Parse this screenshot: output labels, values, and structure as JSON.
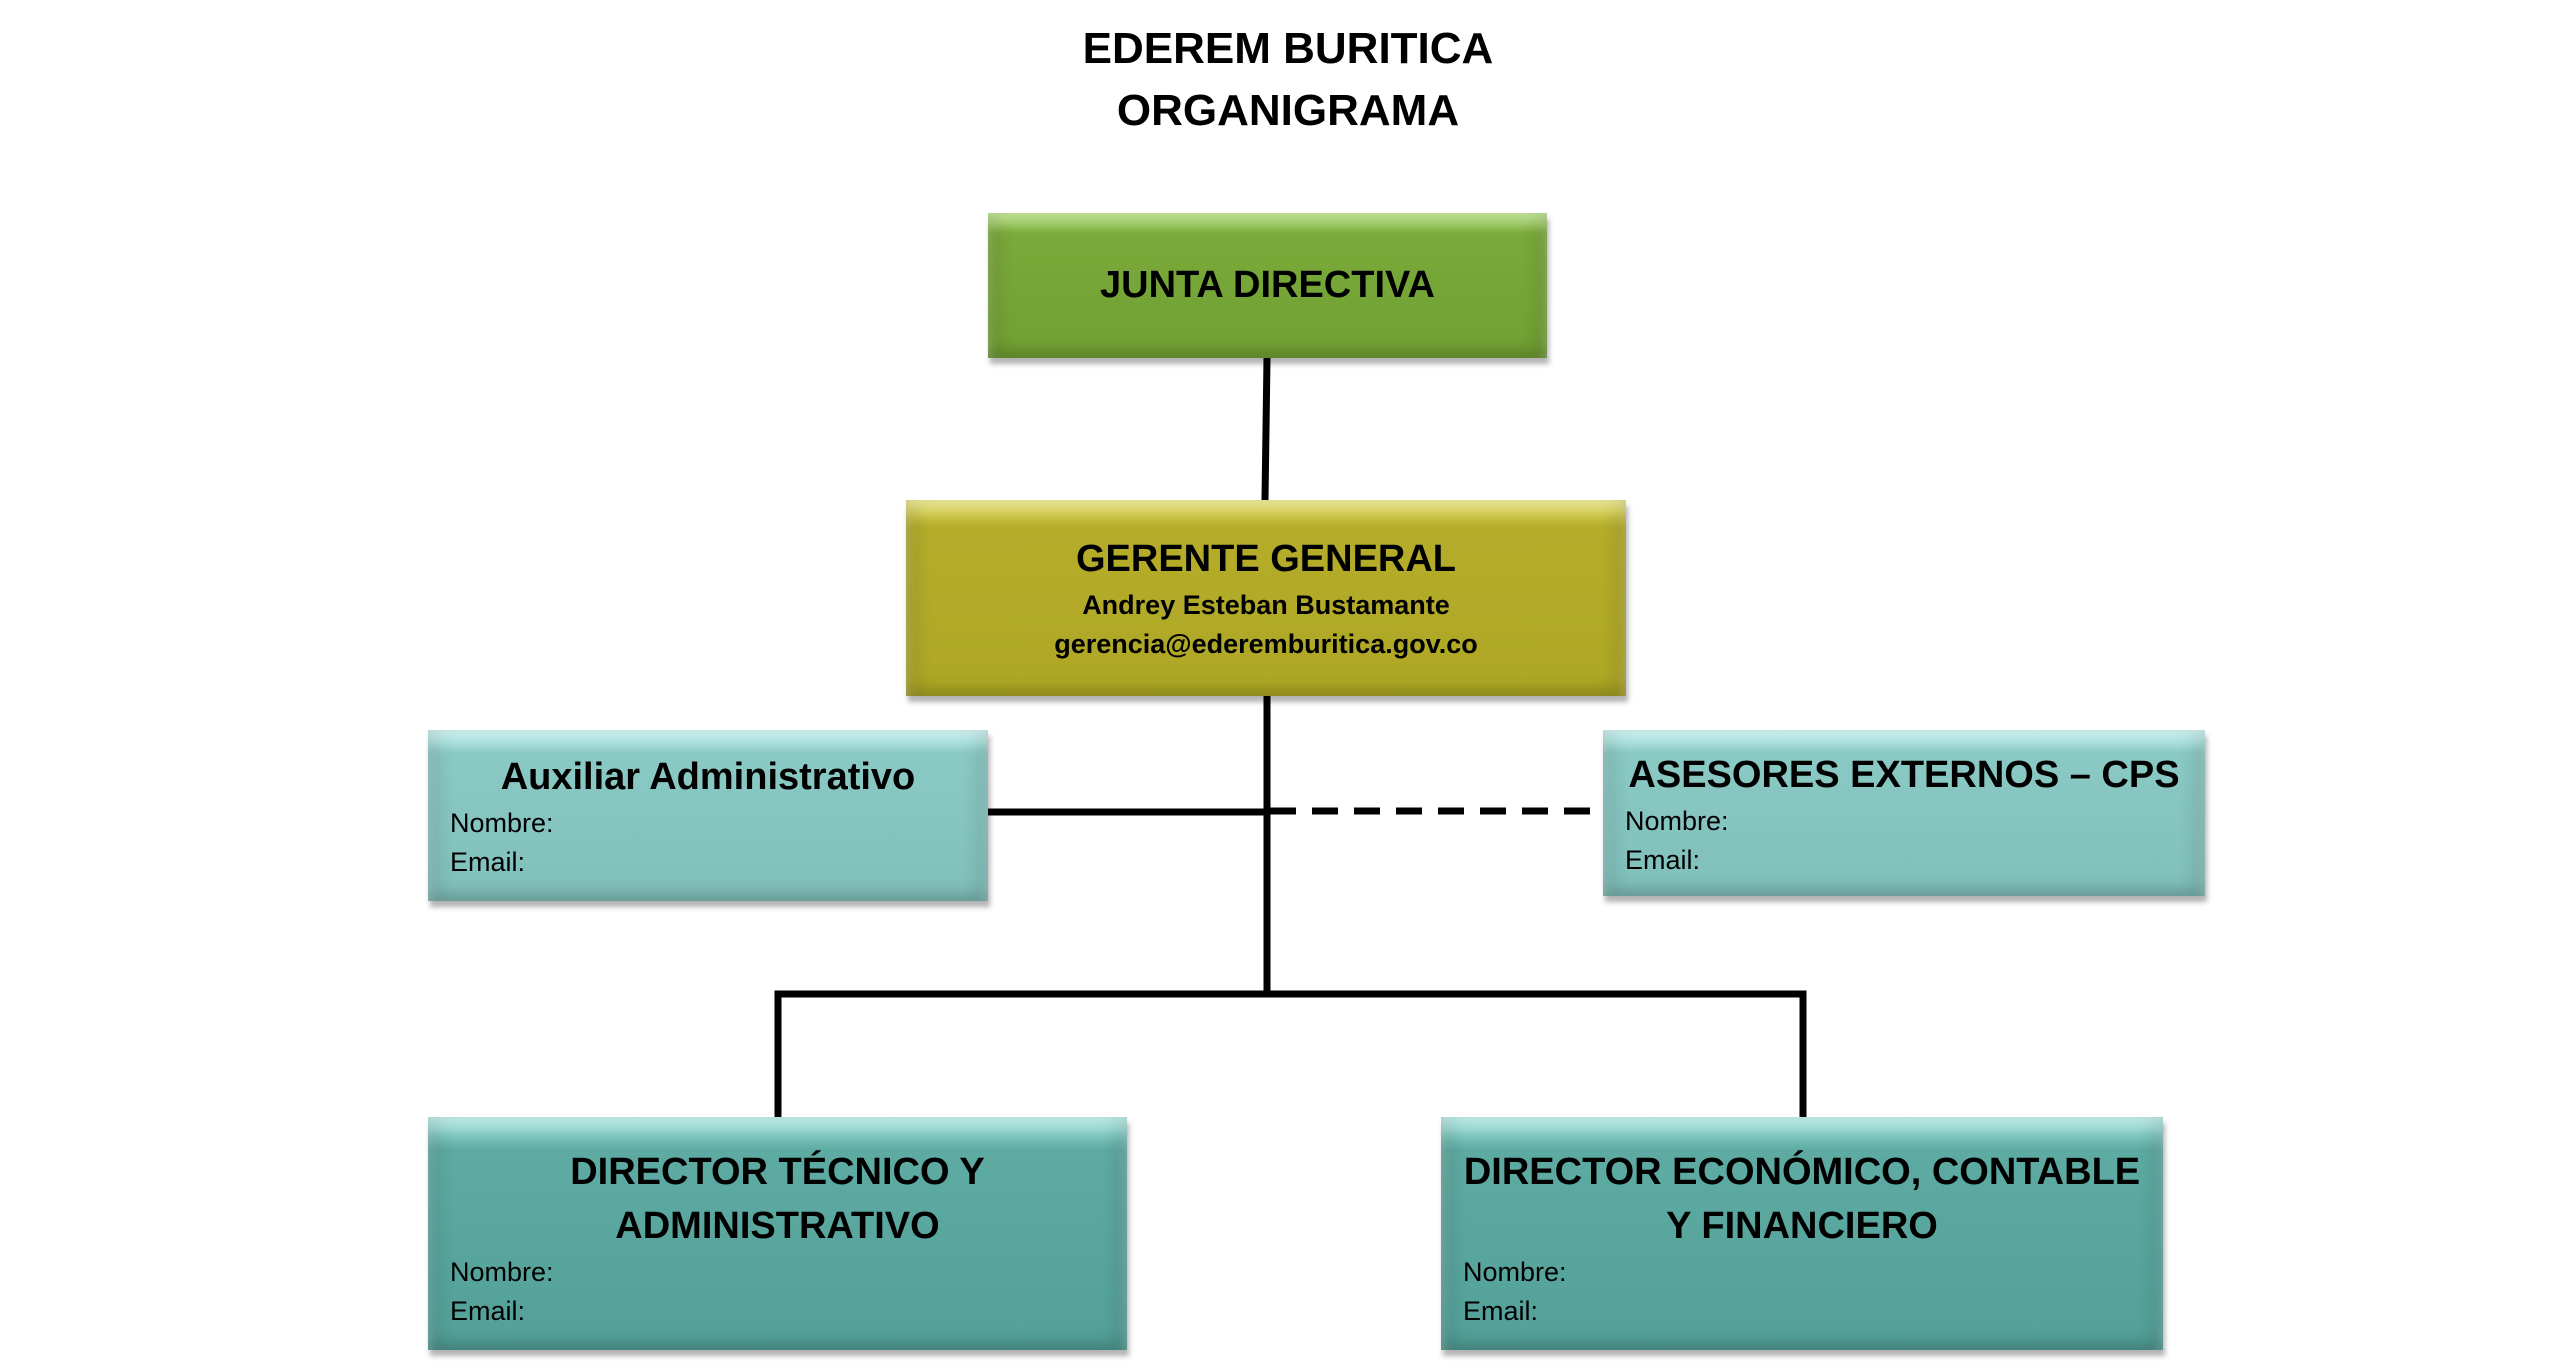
{
  "title": {
    "line1": "EDEREM BURITICA",
    "line2": "ORGANIGRAMA"
  },
  "nodes": {
    "junta": {
      "title": "JUNTA DIRECTIVA",
      "color": "#71a033"
    },
    "gerente": {
      "title": "GERENTE GENERAL",
      "name": "Andrey Esteban Bustamante",
      "email": "gerencia@ederemburitica.gov.co",
      "color": "#aea725"
    },
    "auxiliar": {
      "title": "Auxiliar Administrativo",
      "nombre_label": "Nombre:",
      "email_label": "Email:",
      "color": "#80bfba"
    },
    "asesores": {
      "title": "ASESORES EXTERNOS – CPS",
      "nombre_label": "Nombre:",
      "email_label": "Email:",
      "color": "#80bfba"
    },
    "director_tecnico": {
      "title_line1": "DIRECTOR TÉCNICO Y",
      "title_line2": "ADMINISTRATIVO",
      "nombre_label": "Nombre:",
      "email_label": "Email:",
      "color": "#52a098"
    },
    "director_economico": {
      "title_line1": "DIRECTOR ECONÓMICO, CONTABLE",
      "title_line2": "Y FINANCIERO",
      "nombre_label": "Nombre:",
      "email_label": "Email:",
      "color": "#52a098"
    }
  }
}
